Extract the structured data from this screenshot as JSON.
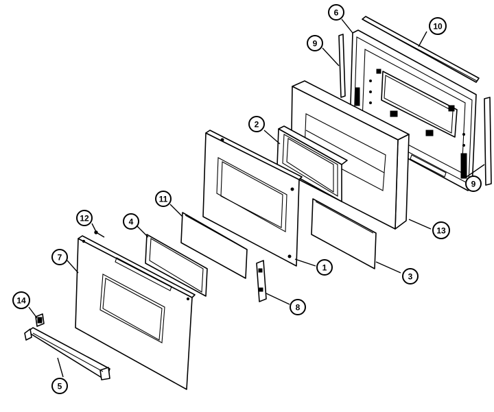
{
  "diagram": {
    "callouts": [
      {
        "id": "c6",
        "label": "6"
      },
      {
        "id": "c10",
        "label": "10"
      },
      {
        "id": "c9a",
        "label": "9"
      },
      {
        "id": "c9b",
        "label": "9"
      },
      {
        "id": "c2",
        "label": "2"
      },
      {
        "id": "c11",
        "label": "11"
      },
      {
        "id": "c12",
        "label": "12"
      },
      {
        "id": "c4",
        "label": "4"
      },
      {
        "id": "c7",
        "label": "7"
      },
      {
        "id": "c1",
        "label": "1"
      },
      {
        "id": "c3",
        "label": "3"
      },
      {
        "id": "c13",
        "label": "13"
      },
      {
        "id": "c8",
        "label": "8"
      },
      {
        "id": "c14",
        "label": "14"
      },
      {
        "id": "c5",
        "label": "5"
      }
    ]
  }
}
